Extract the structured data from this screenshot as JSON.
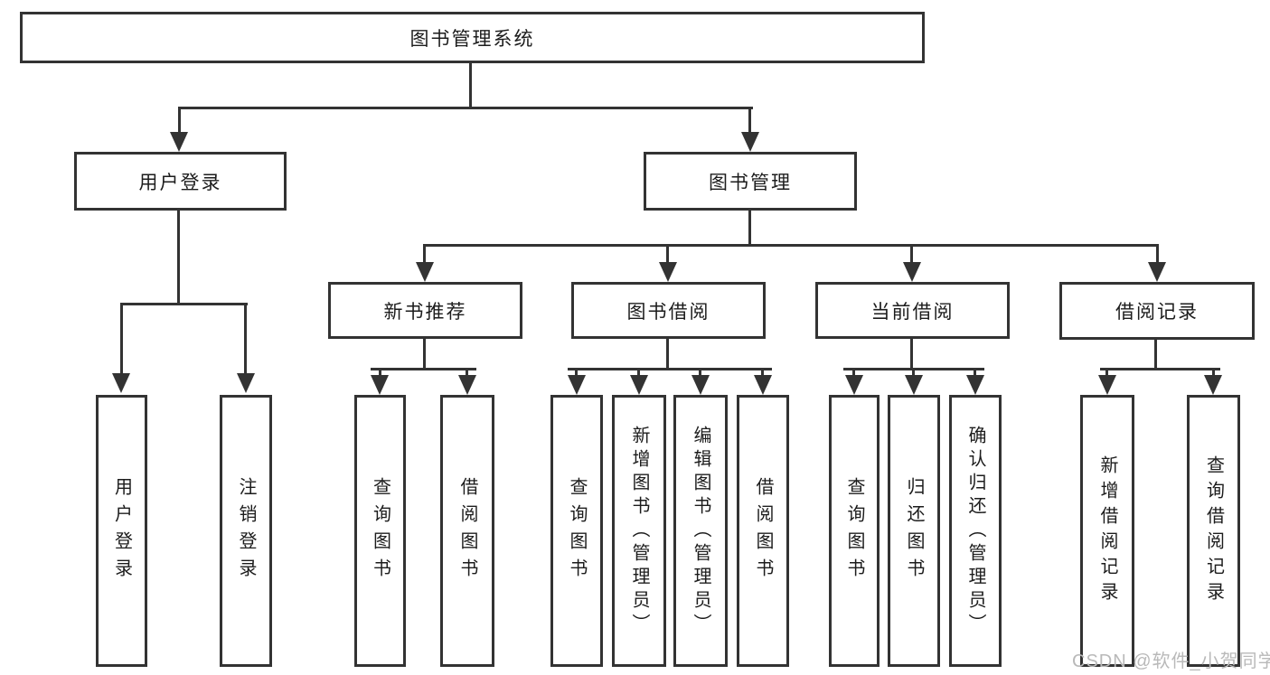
{
  "diagram_type": "hierarchy-tree",
  "colors": {
    "line": "#333333",
    "text": "#1c1c1c",
    "background": "#ffffff",
    "watermark": "#b9b9b9"
  },
  "tree": {
    "label": "图书管理系统",
    "children": [
      {
        "label": "用户登录",
        "children": [
          {
            "label": "用户登录"
          },
          {
            "label": "注销登录"
          }
        ]
      },
      {
        "label": "图书管理",
        "children": [
          {
            "label": "新书推荐",
            "children": [
              {
                "label": "查询图书"
              },
              {
                "label": "借阅图书"
              }
            ]
          },
          {
            "label": "图书借阅",
            "children": [
              {
                "label": "查询图书"
              },
              {
                "label": "新增图书（管理员）"
              },
              {
                "label": "编辑图书（管理员）"
              },
              {
                "label": "借阅图书"
              }
            ]
          },
          {
            "label": "当前借阅",
            "children": [
              {
                "label": "查询图书"
              },
              {
                "label": "归还图书"
              },
              {
                "label": "确认归还（管理员）"
              }
            ]
          },
          {
            "label": "借阅记录",
            "children": [
              {
                "label": "新增借阅记录"
              },
              {
                "label": "查询借阅记录"
              }
            ]
          }
        ]
      }
    ]
  },
  "watermark": {
    "text": "CSDN @软件_小贺同学"
  }
}
